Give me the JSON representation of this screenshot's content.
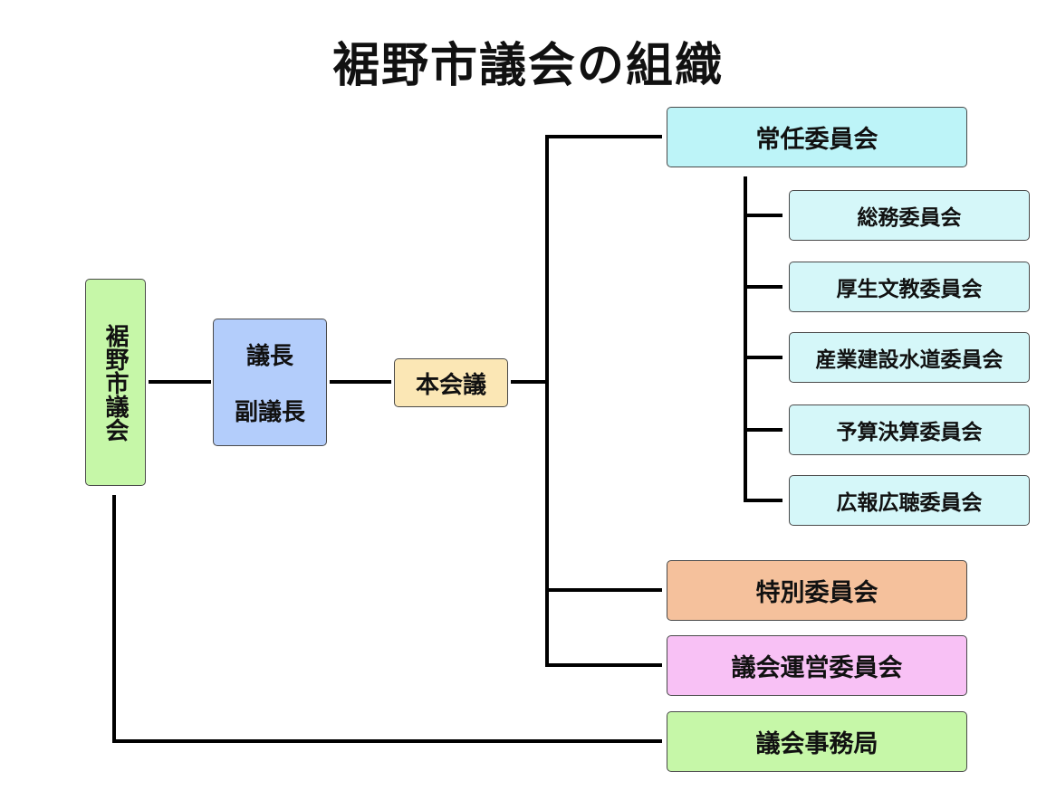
{
  "title": "裾野市議会の組織",
  "council": {
    "label": "裾野市議会",
    "color": "#c6f7a8"
  },
  "leadership": {
    "chair": "議長",
    "vice_chair": "副議長",
    "color": "#b3cdfb"
  },
  "plenary": {
    "label": "本会議",
    "color": "#fbe7b5"
  },
  "standing_committees": {
    "label": "常任委員会",
    "color": "#bdf4f8",
    "sub_color": "#d5f7f9",
    "items": [
      {
        "label": "総務委員会"
      },
      {
        "label": "厚生文教委員会"
      },
      {
        "label": "産業建設水道委員会"
      },
      {
        "label": "予算決算委員会"
      },
      {
        "label": "広報広聴委員会"
      }
    ]
  },
  "special_committee": {
    "label": "特別委員会",
    "color": "#f5c19c"
  },
  "steering_committee": {
    "label": "議会運営委員会",
    "color": "#f8c1f5"
  },
  "secretariat": {
    "label": "議会事務局",
    "color": "#c6f7a8"
  }
}
